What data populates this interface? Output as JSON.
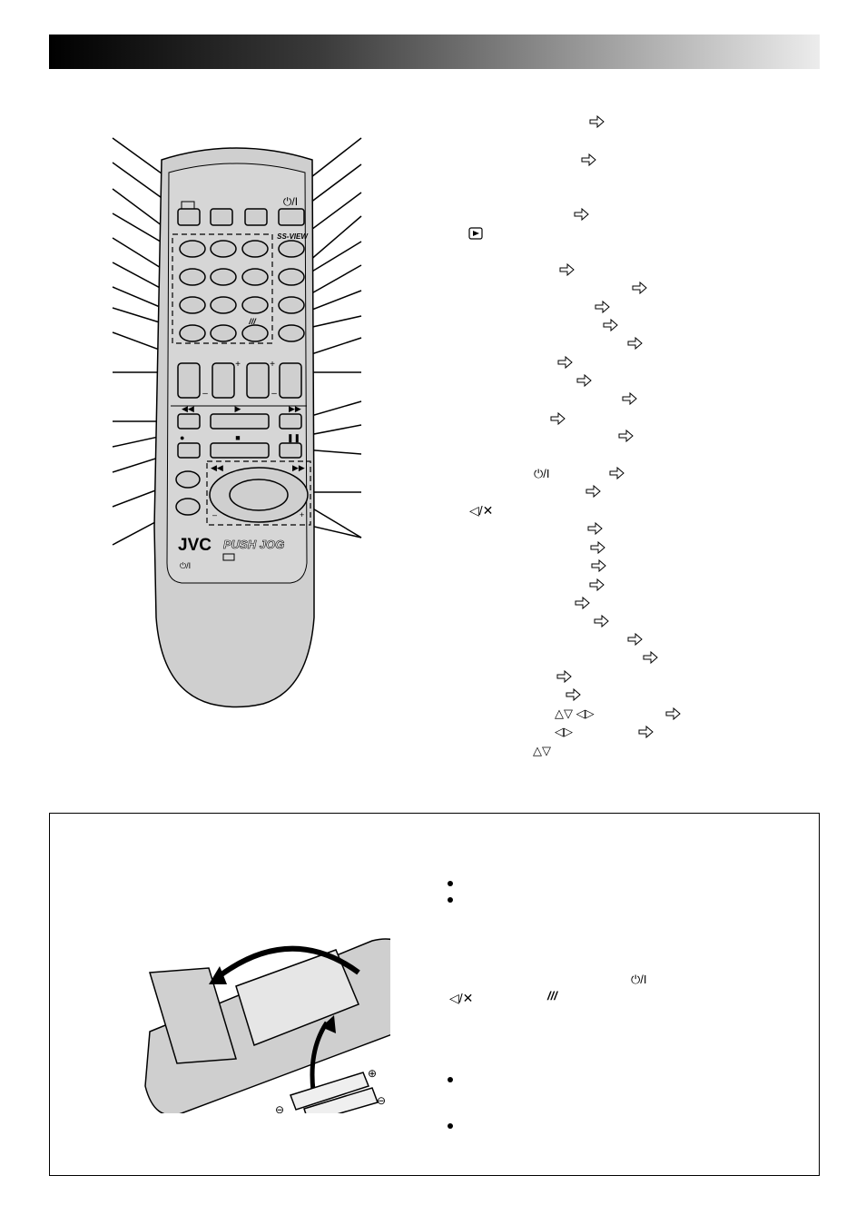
{
  "page": {
    "header_bar": ""
  },
  "remote": {
    "brand": "JVC",
    "jog_label": "PUSH JOG",
    "power_symbol": "⏻/I",
    "symbols": {
      "rew": "◀◀",
      "ff": "▶▶",
      "play": "▶",
      "stop": "■",
      "pause": "❚❚",
      "rec": "●",
      "plus": "+",
      "minus": "–",
      "ss_view": "SS-VIEW"
    }
  },
  "reference_list": {
    "power": "⏻/I",
    "mute": "◁/✕",
    "arrows_all": "△▽ ◁▷",
    "arrows_lr": "◁▷",
    "arrows_ud": "△▽",
    "icon_name": "page-reference-icon"
  },
  "battery_section": {
    "power": "⏻/I",
    "mute": "◁/✕",
    "slash_symbol": "///",
    "plus_sign": "⊕",
    "minus_sign": "⊖"
  }
}
